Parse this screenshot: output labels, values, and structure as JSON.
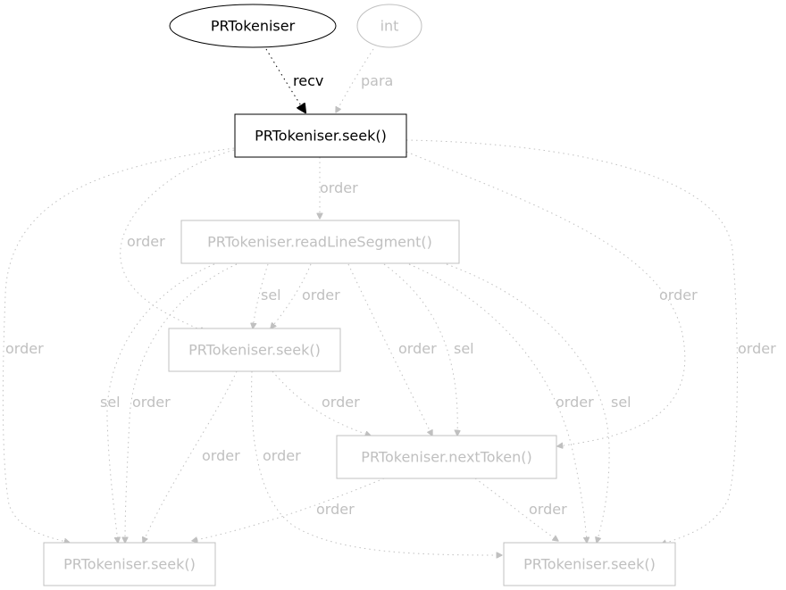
{
  "colors": {
    "active": "#000000",
    "inactive": "#c0c0c0"
  },
  "nodes": {
    "tokeniser": "PRTokeniser",
    "int": "int",
    "seek_main": "PRTokeniser.seek()",
    "read_line_segment": "PRTokeniser.readLineSegment()",
    "seek_middle": "PRTokeniser.seek()",
    "next_token": "PRTokeniser.nextToken()",
    "seek_bottom_left": "PRTokeniser.seek()",
    "seek_bottom_right": "PRTokeniser.seek()"
  },
  "edges": {
    "recv": "recv",
    "para": "para",
    "main_to_rls": "order",
    "main_to_seek_mid": "order",
    "main_to_bottom_left": "order",
    "main_to_next_token": "order",
    "main_to_bottom_right": "order",
    "rls_to_seek_mid_sel": "sel",
    "rls_to_seek_mid_order": "order",
    "rls_to_next_token_order": "order",
    "rls_to_next_token_sel": "sel",
    "rls_to_bottom_left_sel": "sel",
    "rls_to_bottom_left_order": "order",
    "rls_to_bottom_right_order": "order",
    "rls_to_bottom_right_sel": "sel",
    "mid_to_next_token": "order",
    "mid_to_bottom_left": "order",
    "mid_to_bottom_right": "order",
    "next_token_to_bottom_left": "order",
    "next_token_to_bottom_right": "order"
  }
}
